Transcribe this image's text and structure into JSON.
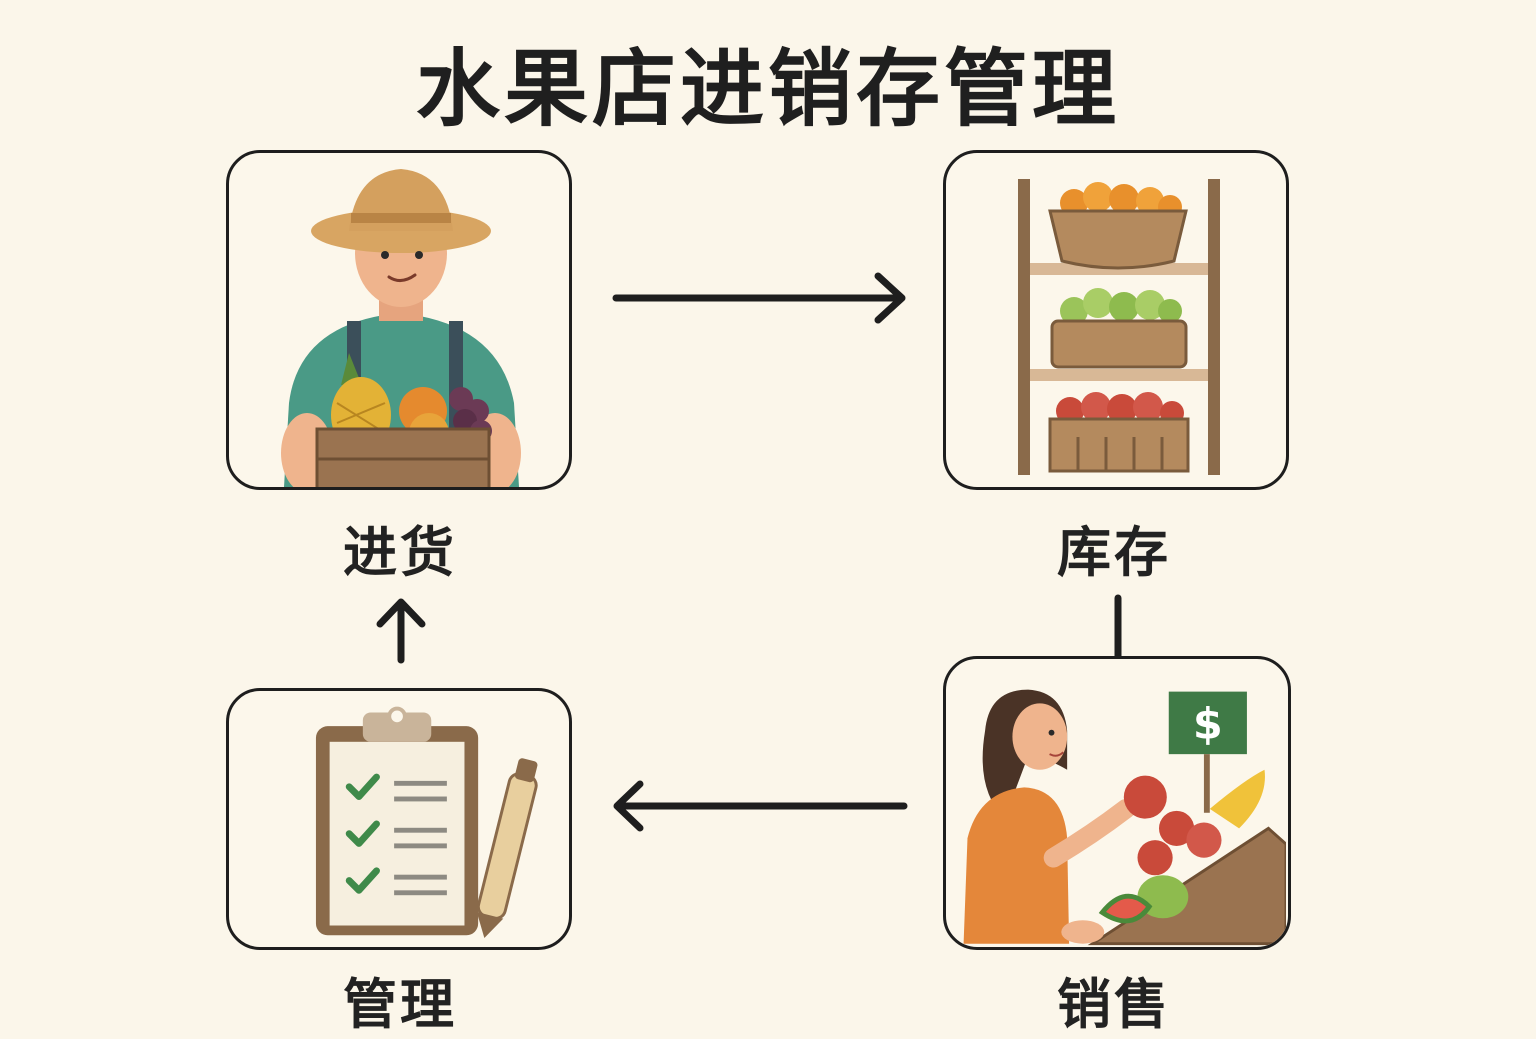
{
  "title": "水果店进销存管理",
  "nodes": {
    "purchase": {
      "label": "进货",
      "icon": "farmer-with-fruit-crate-icon"
    },
    "stock": {
      "label": "库存",
      "icon": "fruit-shelf-baskets-icon"
    },
    "sales": {
      "label": "销售",
      "icon": "woman-selling-fruit-icon"
    },
    "manage": {
      "label": "管理",
      "icon": "clipboard-checklist-icon"
    }
  },
  "price_sign": "$",
  "flow": [
    "进货",
    "库存",
    "销售",
    "管理",
    "进货"
  ],
  "colors": {
    "background": "#fbf6ea",
    "line": "#1e1e1e",
    "wood": "#8a6a4a",
    "green_sign": "#3f7a46"
  }
}
